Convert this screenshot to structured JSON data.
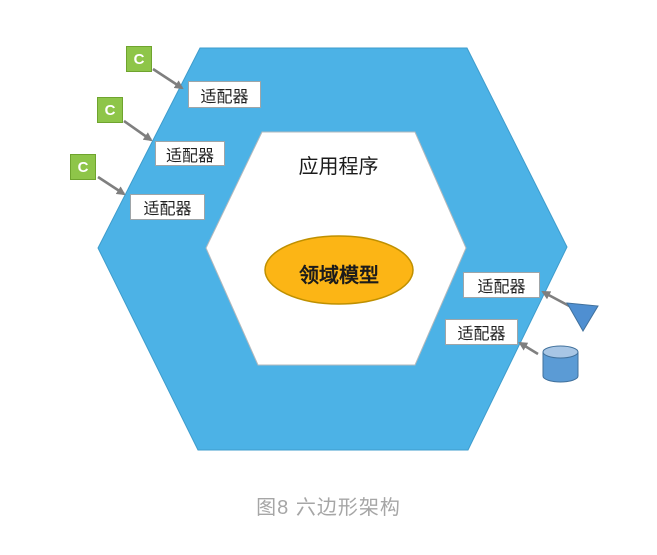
{
  "figure": {
    "application_label": "应用程序",
    "domain_model_label": "领域模型",
    "adapters": [
      "适配器",
      "适配器",
      "适配器",
      "适配器",
      "适配器"
    ],
    "clients": [
      "C",
      "C",
      "C"
    ],
    "caption": "图8 六边形架构",
    "colors": {
      "outer_hexagon": "#4cb2e6",
      "outer_hexagon_border": "#3e9ccc",
      "inner_hexagon": "#ffffff",
      "inner_hexagon_border": "#b3b9bd",
      "domain_ellipse": "#fcb515",
      "domain_ellipse_border": "#bf9000",
      "client_badge": "#8ec549",
      "client_badge_border": "#6fa42e",
      "arrow": "#7f7f7f",
      "triangle": "#4f8fd1",
      "cylinder_body": "#5b9bd5",
      "cylinder_top": "#a8c6e5",
      "shape_border": "#41719c",
      "caption_text": "#a6a6a6"
    }
  }
}
